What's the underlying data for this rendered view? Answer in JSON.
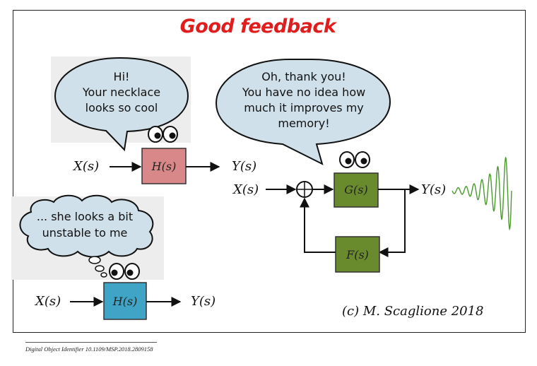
{
  "title": "Good feedback",
  "bubble_left": {
    "lines": [
      "Hi!",
      "Your necklace",
      "looks so cool"
    ]
  },
  "bubble_right": {
    "lines": [
      "Oh, thank you!",
      "You have no idea how",
      "much it improves my",
      "memory!"
    ]
  },
  "thought_bubble": {
    "lines": [
      "... she looks a bit",
      "unstable to me"
    ]
  },
  "diagram_top": {
    "input": "X(s)",
    "block": "H(s)",
    "output": "Y(s)"
  },
  "diagram_bottom": {
    "input": "X(s)",
    "block": "H(s)",
    "output": "Y(s)"
  },
  "diagram_feedback": {
    "input": "X(s)",
    "forward_block": "G(s)",
    "feedback_block": "F(s)",
    "output": "Y(s)"
  },
  "signature": "(c) M. Scaglione 2018",
  "doi": "Digital Object Identifier 10.1109/MSP.2018.2809158",
  "colors": {
    "title": "#e01c1c",
    "block_h_top": "#d9888a",
    "block_h_bottom": "#3fa4c6",
    "block_g_f": "#6a8a2e",
    "bubble_fill": "#cfe0ea",
    "oscillation": "#4a9a2e"
  }
}
